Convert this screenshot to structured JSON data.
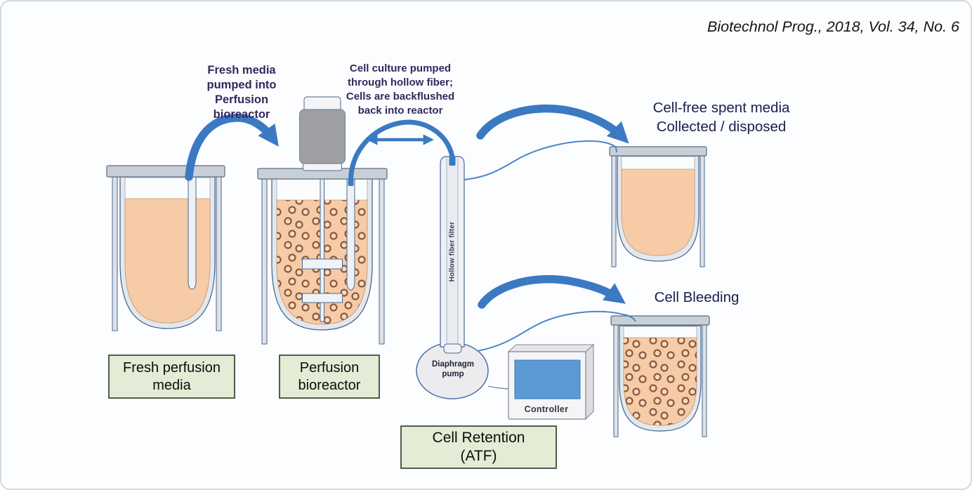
{
  "page": {
    "citation": "Biotechnol Prog., 2018, Vol. 34, No. 6"
  },
  "annotations": {
    "fresh_media_flow": "Fresh media\npumped into\nPerfusion\nbioreactor",
    "recirculation": "Cell culture pumped\nthrough hollow fiber;\nCells are backflushed\nback into reactor",
    "spent_media": "Cell-free spent media\nCollected / disposed",
    "cell_bleeding": "Cell Bleeding"
  },
  "components": {
    "fresh_media_box": "Fresh perfusion\nmedia",
    "bioreactor_box": "Perfusion\nbioreactor",
    "cell_retention_box": "Cell Retention\n(ATF)",
    "hollow_fiber_label": "Hollow fiber filter",
    "pump_label": "Diaphragm\npump",
    "controller_label": "Controller"
  },
  "colors": {
    "arrow": "#3b7ac3",
    "liquid": "#f6cba6",
    "cellRing": "#8a5a44",
    "glass": "#e4e8ee",
    "lid": "#c9cfd7",
    "outline": "#49688f",
    "boxGreen": "#e3ecd4",
    "boxBorder": "#54594f",
    "screen": "#5b9bd5",
    "textNavy": "#32295c",
    "labelNavy": "#1d1d4c"
  }
}
